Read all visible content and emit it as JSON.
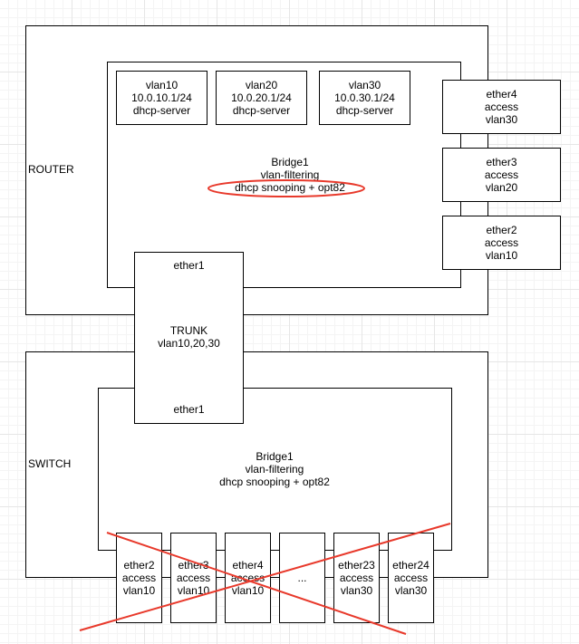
{
  "router": {
    "label": "ROUTER",
    "vlans": [
      {
        "name": "vlan10",
        "ip": "10.0.10.1/24",
        "service": "dhcp-server"
      },
      {
        "name": "vlan20",
        "ip": "10.0.20.1/24",
        "service": "dhcp-server"
      },
      {
        "name": "vlan30",
        "ip": "10.0.30.1/24",
        "service": "dhcp-server"
      }
    ],
    "bridge": {
      "name": "Bridge1",
      "line2": "vlan-filtering",
      "line3": "dhcp snooping + opt82"
    },
    "ports": [
      {
        "name": "ether4",
        "mode": "access",
        "vlan": "vlan30"
      },
      {
        "name": "ether3",
        "mode": "access",
        "vlan": "vlan20"
      },
      {
        "name": "ether2",
        "mode": "access",
        "vlan": "vlan10"
      }
    ],
    "uplink": "ether1"
  },
  "trunk": {
    "label": "TRUNK",
    "vlans": "vlan10,20,30"
  },
  "switch": {
    "label": "SWITCH",
    "uplink": "ether1",
    "bridge": {
      "name": "Bridge1",
      "line2": "vlan-filtering",
      "line3": "dhcp snooping + opt82"
    },
    "ports": [
      {
        "name": "ether2",
        "mode": "access",
        "vlan": "vlan10"
      },
      {
        "name": "ether3",
        "mode": "access",
        "vlan": "vlan10"
      },
      {
        "name": "ether4",
        "mode": "access",
        "vlan": "vlan10"
      },
      {
        "name": "...",
        "mode": "",
        "vlan": ""
      },
      {
        "name": "ether23",
        "mode": "access",
        "vlan": "vlan30"
      },
      {
        "name": "ether24",
        "mode": "access",
        "vlan": "vlan30"
      }
    ]
  },
  "colors": {
    "highlight": "#e8392b",
    "stroke": "#000000",
    "grid": "#e6e6e6"
  }
}
